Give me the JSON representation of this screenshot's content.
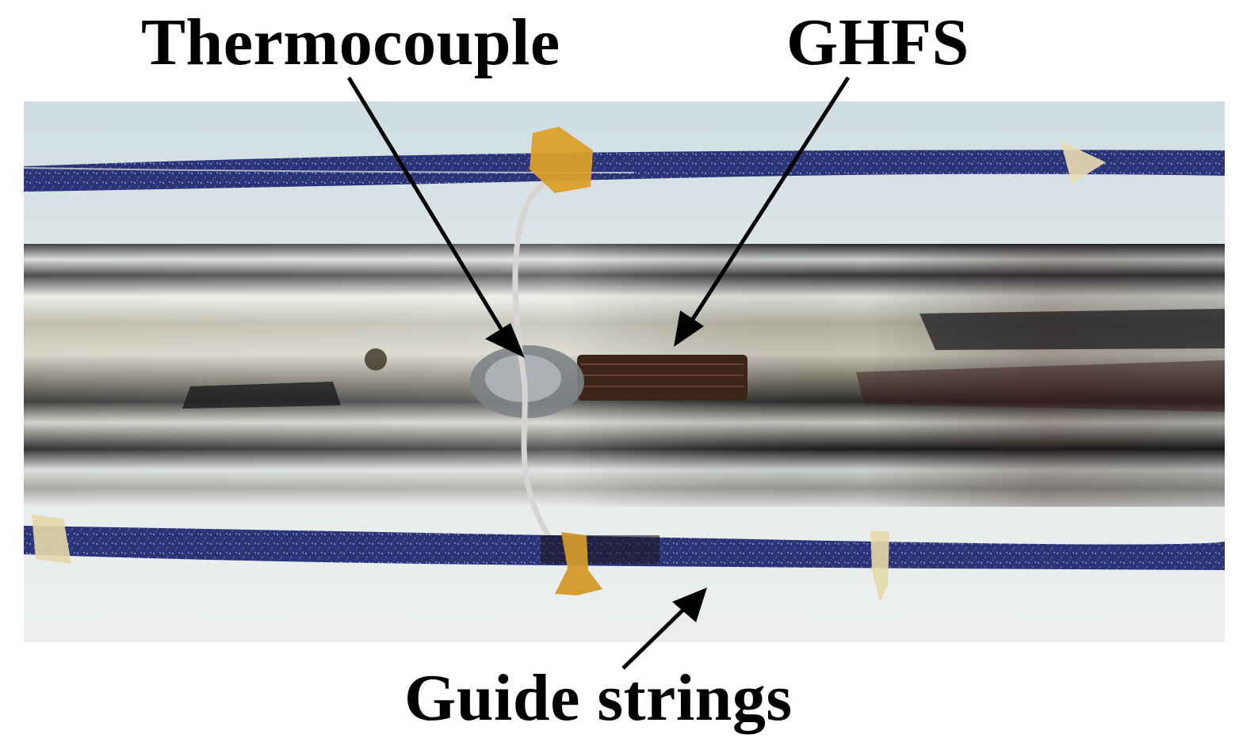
{
  "labels": {
    "thermocouple": "Thermocouple",
    "ghfs": "GHFS",
    "guide_strings": "Guide strings"
  },
  "colors": {
    "background": "#ffffff",
    "sky": "#dde6e8",
    "string_blue": "#26347a",
    "tube_dark": "#1a1a1e",
    "tube_silver": "#c8c8c2",
    "glue_amber": "#d9a02a",
    "sensor_brown": "#3b2418",
    "arrow": "#000000"
  }
}
